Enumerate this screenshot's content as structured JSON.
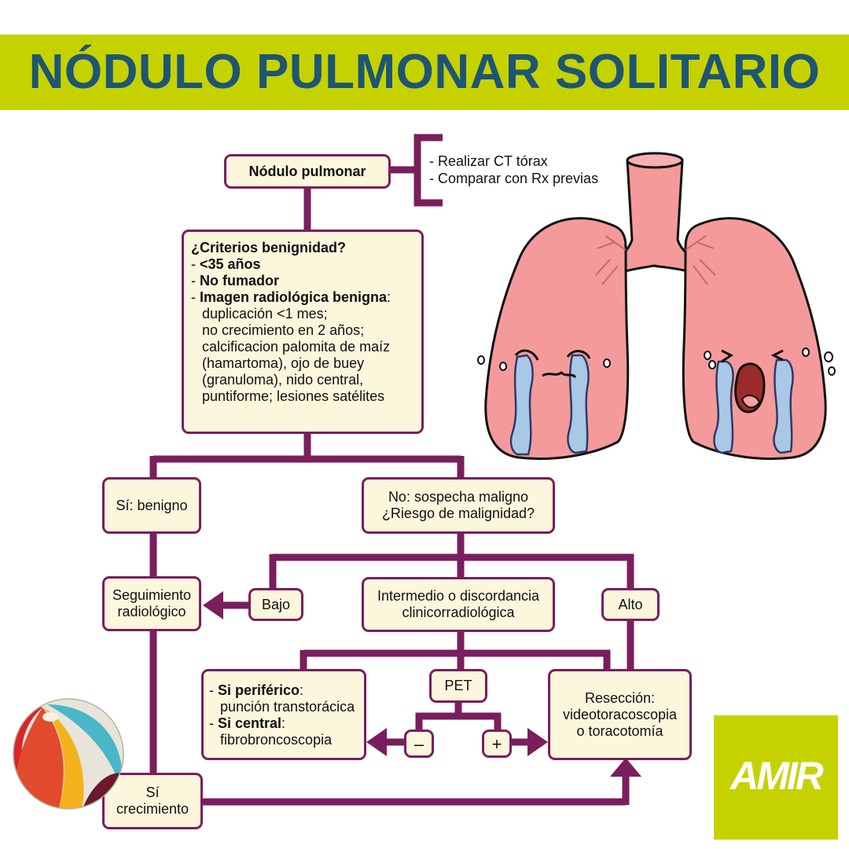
{
  "title": "NÓDULO PULMONAR SOLITARIO",
  "nodulo": "Nódulo pulmonar",
  "notes": [
    "- Realizar CT tórax",
    "- Comparar con Rx previas"
  ],
  "criterios": {
    "heading": "¿Criterios benignidad?",
    "age": "<35 años",
    "smoker": "No fumador",
    "imagen_label": "Imagen radiológica benigna",
    "imagen_lines": [
      "duplicación <1 mes;",
      "no crecimiento en 2 años;",
      "calcificacion palomita de maíz",
      "(hamartoma), ojo de buey",
      "(granuloma), nido central,",
      "puntiforme; lesiones satélites"
    ]
  },
  "si_benigno": "Sí: benigno",
  "no_sospecha": [
    "No: sospecha maligno",
    "¿Riesgo de malignidad?"
  ],
  "seguimiento": [
    "Seguimiento",
    "radiológico"
  ],
  "bajo": "Bajo",
  "intermedio": [
    "Intermedio o discordancia",
    "clinicorradiológica"
  ],
  "alto": "Alto",
  "pet": "PET",
  "minus": "–",
  "plus": "+",
  "periferico": {
    "label1": "Si periférico",
    "line1": "punción transtorácica",
    "label2": "Si central",
    "line2": "fibrobroncoscopia"
  },
  "reseccion": [
    "Resección:",
    "videotoracoscopia",
    "o toracotomía"
  ],
  "crecimiento": [
    "Sí",
    "crecimiento"
  ],
  "logo": "AMIR",
  "colors": {
    "banner": "#c6d200",
    "title": "#1e5572",
    "connector": "#7a1e5e",
    "box_fill": "#fbf6dc",
    "lung": "#f59a9a",
    "tears": "#a9c8e6"
  },
  "icons": [
    "lungs-crying-illustration",
    "beach-ball-icon",
    "amir-logo"
  ]
}
